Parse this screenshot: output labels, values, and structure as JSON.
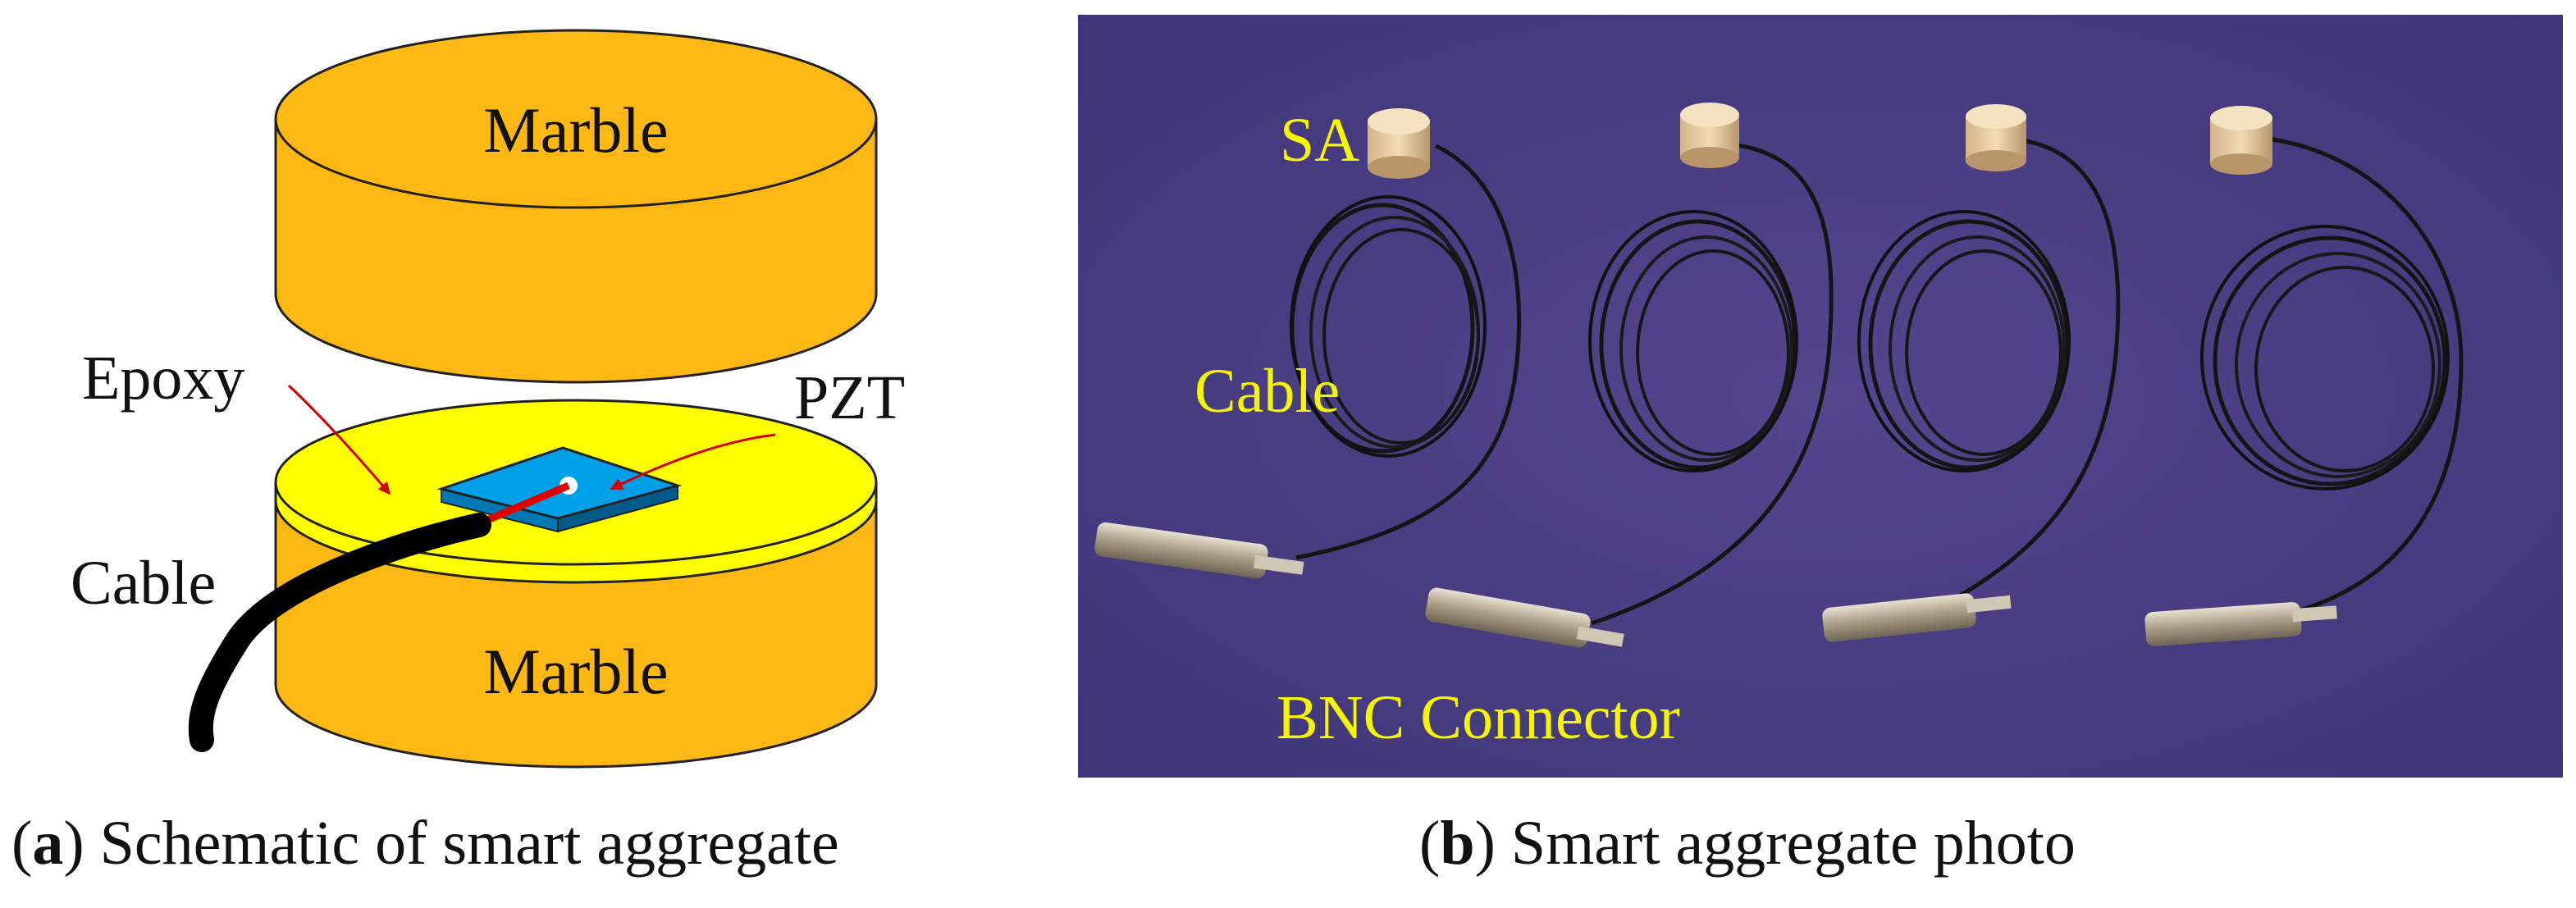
{
  "panel_a": {
    "labels": {
      "marble_top": "Marble",
      "marble_bottom": "Marble",
      "epoxy": "Epoxy",
      "pzt": "PZT",
      "cable": "Cable"
    },
    "caption": {
      "open": "(",
      "letter": "a",
      "text": ") Schematic of smart aggregate"
    },
    "colors": {
      "marble": "#fdb813",
      "epoxy": "#ffff00",
      "pzt": "#00a0e9",
      "arrow": "#d40000",
      "cable": "#000000"
    }
  },
  "panel_b": {
    "labels": {
      "sa": "SA",
      "cable": "Cable",
      "bnc": "BNC Connector"
    },
    "caption": {
      "open": "(",
      "letter": "b",
      "text": ") Smart aggregate photo"
    },
    "colors": {
      "background": "#4d3f85",
      "label": "#f5f500"
    }
  }
}
